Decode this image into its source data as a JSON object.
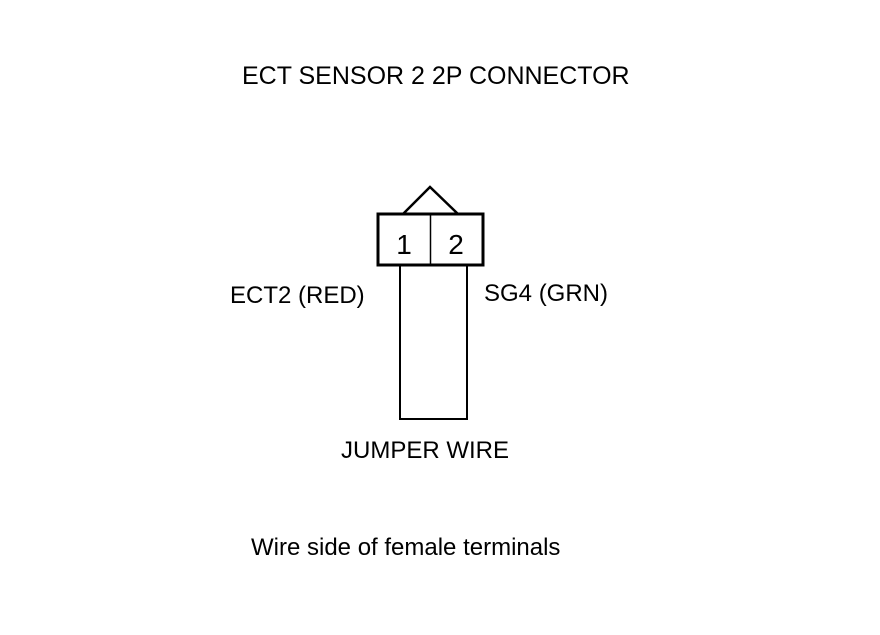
{
  "title": "ECT SENSOR 2 2P CONNECTOR",
  "connector": {
    "pins": [
      {
        "number": "1",
        "label": "ECT2 (RED)"
      },
      {
        "number": "2",
        "label": "SG4 (GRN)"
      }
    ]
  },
  "jumper_label": "JUMPER WIRE",
  "caption": "Wire side of female terminals",
  "colors": {
    "line": "#000000",
    "background": "#ffffff"
  }
}
